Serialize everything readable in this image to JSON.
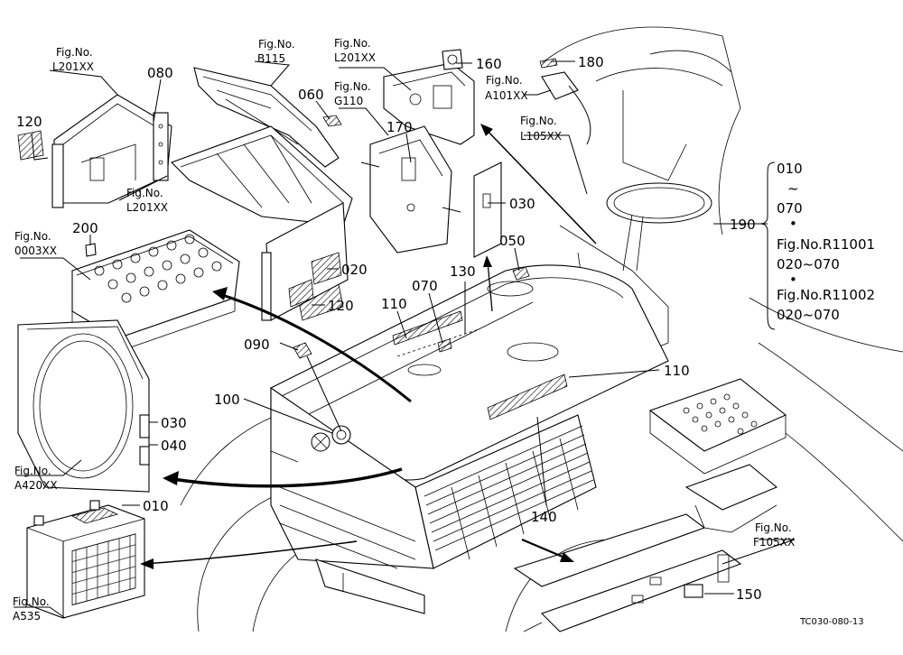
{
  "figure_refs": {
    "f_l201_top": {
      "fig": "Fig.No.",
      "code": "L201XX"
    },
    "f_b115": {
      "fig": "Fig.No.",
      "code": "B115"
    },
    "f_l201_mid": {
      "fig": "Fig.No.",
      "code": "L201XX"
    },
    "f_g110": {
      "fig": "Fig.No.",
      "code": "G110"
    },
    "f_a101": {
      "fig": "Fig.No.",
      "code": "A101XX"
    },
    "f_l105": {
      "fig": "Fig.No.",
      "code": "L105XX"
    },
    "f_l201_low": {
      "fig": "Fig.No.",
      "code": "L201XX"
    },
    "f_0003": {
      "fig": "Fig.No.",
      "code": "0003XX"
    },
    "f_a420": {
      "fig": "Fig.No.",
      "code": "A420XX"
    },
    "f_a535": {
      "fig": "Fig.No.",
      "code": "A535"
    },
    "f_f105": {
      "fig": "Fig.No.",
      "code": "F105XX"
    }
  },
  "part_numbers": {
    "p120a": "120",
    "p080": "080",
    "p060": "060",
    "p160": "160",
    "p180": "180",
    "p170": "170",
    "p030a": "030",
    "p050": "050",
    "p200": "200",
    "p020": "020",
    "p120b": "120",
    "p130": "130",
    "p070": "070",
    "p110a": "110",
    "p090": "090",
    "p110b": "110",
    "p100": "100",
    "p030b": "030",
    "p040": "040",
    "p010": "010",
    "p140": "140",
    "p150": "150",
    "p190": "190"
  },
  "group_190": {
    "line1": "010",
    "line2": "~",
    "line3": "070",
    "dot1": "•",
    "line4": "Fig.No.R11001",
    "line5": "020~070",
    "dot2": "•",
    "line6": "Fig.No.R11002",
    "line7": "020~070"
  },
  "drawing_code": "TC030-080-13"
}
